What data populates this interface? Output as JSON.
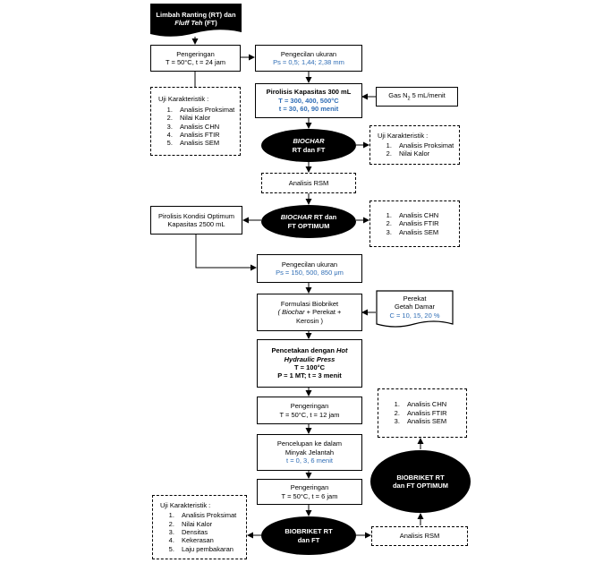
{
  "nodes": {
    "start": {
      "line1": "Limbah Ranting (RT) dan",
      "line2_italic": "Fluff Teh",
      "line2_rest": " (FT)"
    },
    "drying1": {
      "line1": "Pengeringan",
      "line2": "T = 50°C, t = 24 jam"
    },
    "size1": {
      "line1": "Pengecilan ukuran",
      "line2": "Ps = 0,5; 1,44; 2,38 mm"
    },
    "pyro300": {
      "line1": "Pirolisis Kapasitas 300 mL",
      "line2": "T = 300, 400, 500°C",
      "line3": "t = 30, 60, 90 menit"
    },
    "gas": {
      "label_a": "Gas N",
      "label_sub": "2",
      "label_b": " 5 mL/menit"
    },
    "char1": {
      "title": "Uji Karakteristik :",
      "items": [
        "Analisis Proksimat",
        "Nilai Kalor",
        "Analisis CHN",
        "Analisis FTIR",
        "Analisis SEM"
      ]
    },
    "biochar": {
      "line1": "BIOCHAR",
      "line2": "RT dan FT"
    },
    "char2": {
      "title": "Uji Karakteristik :",
      "items": [
        "Analisis Proksimat",
        "Nilai Kalor"
      ]
    },
    "rsm1": {
      "label": "Analisis RSM"
    },
    "biochar_opt": {
      "line1_italic": "BIOCHAR",
      "line1_rest": " RT dan",
      "line2": "FT OPTIMUM"
    },
    "char3": {
      "items": [
        "Analisis CHN",
        "Analisis FTIR",
        "Analisis SEM"
      ]
    },
    "pyro_opt": {
      "line1": "Pirolisis Kondisi Optimum",
      "line2": "Kapasitas 2500 mL"
    },
    "size2": {
      "line1": "Pengecilan ukuran",
      "line2": "Ps = 150, 500, 850 μm"
    },
    "formulasi": {
      "line1": "Formulasi Biobriket",
      "line2_italic": "( Biochar",
      "line2_rest": " + Perekat +",
      "line3": "Kerosin )"
    },
    "perekat": {
      "line1": "Perekat",
      "line2": "Getah Damar",
      "line3": "C = 10, 15, 20 %"
    },
    "press": {
      "line1": "Pencetakan dengan",
      "line1_italic": " Hot",
      "line2_italic": "Hydraulic Press",
      "line3": "T = 100°C",
      "line4": "P = 1 MT; t = 3 menit"
    },
    "drying2": {
      "line1": "Pengeringan",
      "line2": "T = 50°C, t = 12 jam"
    },
    "celup": {
      "line1": "Pencelupan ke dalam",
      "line2": "Minyak Jelantah",
      "line3": "t = 0, 3, 6 menit"
    },
    "drying3": {
      "line1": "Pengeringan",
      "line2": "T = 50°C, t = 6 jam"
    },
    "char4": {
      "items": [
        "Analisis CHN",
        "Analisis FTIR",
        "Analisis SEM"
      ]
    },
    "briket_opt": {
      "line1": "BIOBRIKET RT",
      "line2": "dan FT OPTIMUM"
    },
    "char5": {
      "title": "Uji Karakteristik :",
      "items": [
        "Analisis Proksimat",
        "Nilai Kalor",
        "Densitas",
        "Kekerasan",
        "Laju pembakaran"
      ]
    },
    "briket": {
      "line1": "BIOBRIKET RT",
      "line2": "dan FT"
    },
    "rsm2": {
      "label": "Analisis RSM"
    }
  },
  "colors": {
    "line": "#000000",
    "accent_text": "#2f6db5"
  }
}
